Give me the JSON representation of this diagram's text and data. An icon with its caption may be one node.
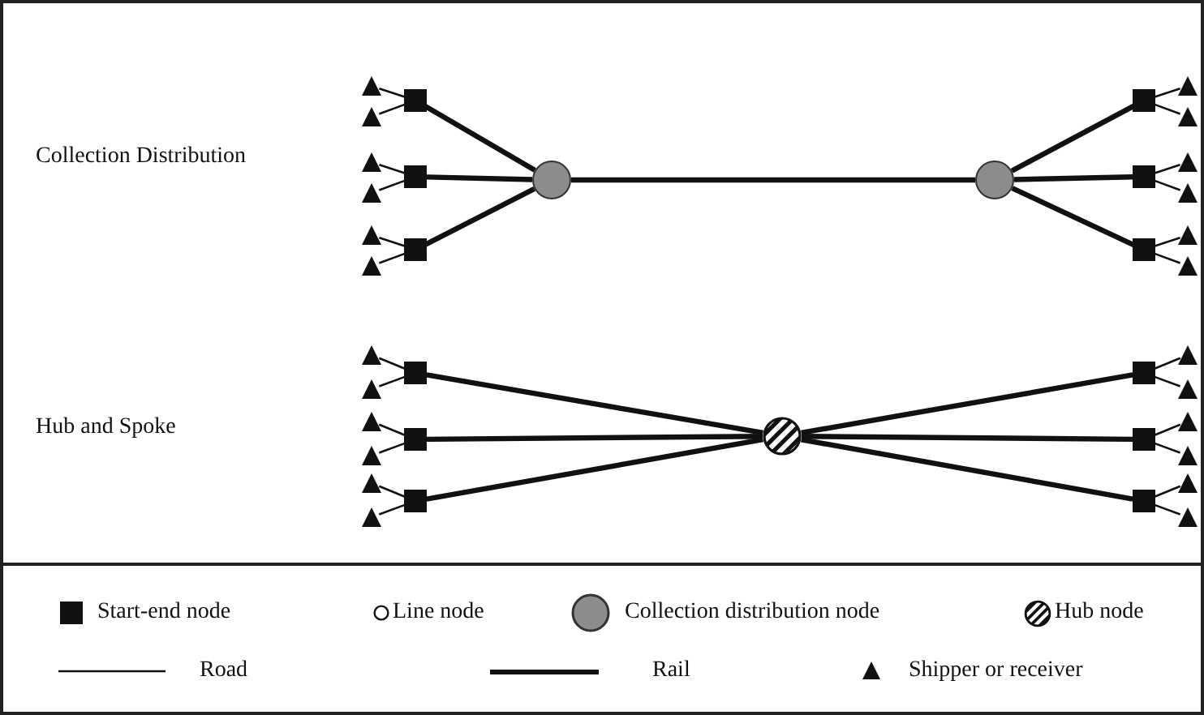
{
  "diagram": {
    "nodes": [
      {
        "text": [],
        "shape": "box"
      },
      {
        "text": [],
        "shape": "box"
      },
      {
        "text": [],
        "shape": "box"
      },
      {
        "text": [],
        "shape": "triangle"
      },
      {
        "text": [],
        "shape": "triangle"
      },
      {
        "text": [],
        "shape": "triangle"
      },
      {
        "text": [],
        "shape": "triangle"
      },
      {
        "text": [],
        "shape": "triangle"
      },
      {
        "text": [],
        "shape": "triangle"
      },
      {
        "text": [],
        "shape": "circle"
      },
      {
        "text": [],
        "shape": "circle"
      },
      {
        "text": [],
        "shape": "box"
      },
      {
        "text": [],
        "shape": "box"
      },
      {
        "text": [],
        "shape": "box"
      },
      {
        "text": [],
        "shape": "triangle"
      },
      {
        "text": [],
        "shape": "triangle"
      },
      {
        "text": [],
        "shape": "triangle"
      },
      {
        "text": [],
        "shape": "triangle"
      },
      {
        "text": [],
        "shape": "triangle"
      },
      {
        "text": [],
        "shape": "triangle"
      },
      {
        "text": [],
        "shape": "box"
      },
      {
        "text": [],
        "shape": "box"
      },
      {
        "text": [],
        "shape": "box"
      },
      {
        "text": [],
        "shape": "triangle"
      },
      {
        "text": [],
        "shape": "triangle"
      },
      {
        "text": [],
        "shape": "triangle"
      },
      {
        "text": [],
        "shape": "triangle"
      },
      {
        "text": [],
        "shape": "triangle"
      },
      {
        "text": [],
        "shape": "triangle"
      },
      {
        "text": [],
        "shape": "circle"
      },
      {
        "text": [],
        "shape": "box"
      },
      {
        "text": [],
        "shape": "box"
      },
      {
        "text": [],
        "shape": "box"
      },
      {
        "text": [],
        "shape": "triangle"
      },
      {
        "text": [],
        "shape": "triangle"
      },
      {
        "text": [],
        "shape": "triangle"
      },
      {
        "text": [],
        "shape": "triangle"
      },
      {
        "text": [],
        "shape": "triangle"
      },
      {
        "text": [],
        "shape": "triangle"
      }
    ],
    "edges": [
      {
        "from": 0,
        "to": 3,
        "arrow": "none"
      },
      {
        "from": 0,
        "to": 4,
        "arrow": "none"
      },
      {
        "from": 1,
        "to": 5,
        "arrow": "none"
      },
      {
        "from": 1,
        "to": 6,
        "arrow": "none"
      },
      {
        "from": 2,
        "to": 7,
        "arrow": "none"
      },
      {
        "from": 2,
        "to": 8,
        "arrow": "none"
      },
      {
        "from": 0,
        "to": 9,
        "arrow": "none",
        "style": "thick"
      },
      {
        "from": 1,
        "to": 9,
        "arrow": "none",
        "style": "thick"
      },
      {
        "from": 2,
        "to": 9,
        "arrow": "none",
        "style": "thick"
      },
      {
        "from": 9,
        "to": 10,
        "arrow": "none",
        "style": "thick"
      },
      {
        "from": 10,
        "to": 11,
        "arrow": "none",
        "style": "thick"
      },
      {
        "from": 10,
        "to": 12,
        "arrow": "none",
        "style": "thick"
      },
      {
        "from": 10,
        "to": 13,
        "arrow": "none",
        "style": "thick"
      },
      {
        "from": 11,
        "to": 14,
        "arrow": "none"
      },
      {
        "from": 11,
        "to": 15,
        "arrow": "none"
      },
      {
        "from": 12,
        "to": 16,
        "arrow": "none"
      },
      {
        "from": 12,
        "to": 17,
        "arrow": "none"
      },
      {
        "from": 13,
        "to": 18,
        "arrow": "none"
      },
      {
        "from": 13,
        "to": 19,
        "arrow": "none"
      },
      {
        "from": 20,
        "to": 23,
        "arrow": "none"
      },
      {
        "from": 20,
        "to": 24,
        "arrow": "none"
      },
      {
        "from": 21,
        "to": 25,
        "arrow": "none"
      },
      {
        "from": 21,
        "to": 26,
        "arrow": "none"
      },
      {
        "from": 22,
        "to": 27,
        "arrow": "none"
      },
      {
        "from": 22,
        "to": 28,
        "arrow": "none"
      },
      {
        "from": 20,
        "to": 29,
        "arrow": "none",
        "style": "thick"
      },
      {
        "from": 21,
        "to": 29,
        "arrow": "none",
        "style": "thick"
      },
      {
        "from": 22,
        "to": 29,
        "arrow": "none",
        "style": "thick"
      },
      {
        "from": 29,
        "to": 30,
        "arrow": "none",
        "style": "thick"
      },
      {
        "from": 29,
        "to": 31,
        "arrow": "none",
        "style": "thick"
      },
      {
        "from": 29,
        "to": 32,
        "arrow": "none",
        "style": "thick"
      },
      {
        "from": 30,
        "to": 33,
        "arrow": "none"
      },
      {
        "from": 30,
        "to": 34,
        "arrow": "none"
      },
      {
        "from": 31,
        "to": 35,
        "arrow": "none"
      },
      {
        "from": 31,
        "to": 36,
        "arrow": "none"
      },
      {
        "from": 32,
        "to": 37,
        "arrow": "none"
      },
      {
        "from": 32,
        "to": 38,
        "arrow": "none"
      }
    ],
    "labels": [
      "Collection Distribution",
      "Hub and Spoke"
    ],
    "legend": [
      {
        "text": "Start-end node"
      },
      {
        "text": "Line node"
      },
      {
        "text": "Collection distribution node"
      },
      {
        "text": "Hub node"
      },
      {
        "text": "Road"
      },
      {
        "text": "Rail"
      },
      {
        "text": "Shipper or receiver"
      }
    ]
  }
}
